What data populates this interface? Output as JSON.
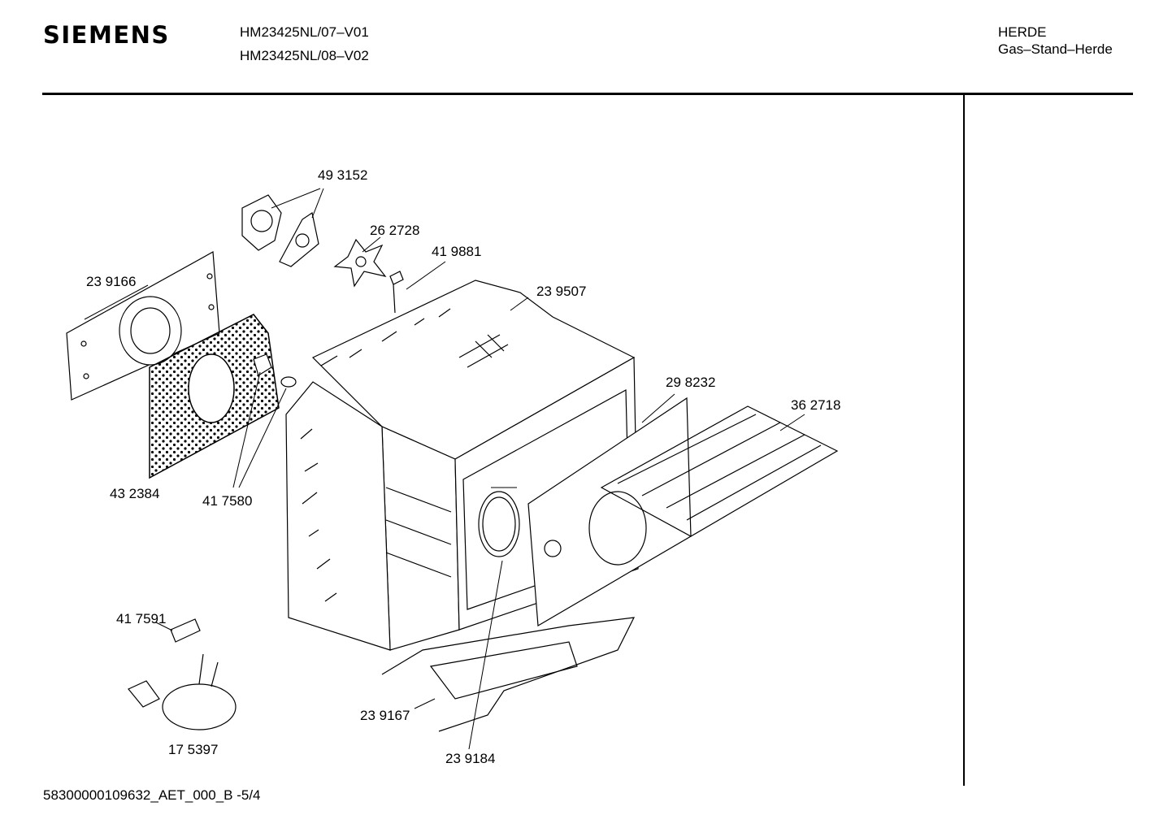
{
  "header": {
    "brand": "SIEMENS",
    "model_line_1": "HM23425NL/07–V01",
    "model_line_2": "HM23425NL/08–V02",
    "category": "HERDE",
    "subcategory": "Gas–Stand–Herde"
  },
  "parts": {
    "p493152": "49 3152",
    "p262728": "26 2728",
    "p419881": "41 9881",
    "p239166": "23 9166",
    "p239507": "23 9507",
    "p298232": "29 8232",
    "p362718": "36 2718",
    "p432384": "43 2384",
    "p417580": "41 7580",
    "p417591": "41 7591",
    "p175397": "17 5397",
    "p239167": "23 9167",
    "p239184": "23 9184"
  },
  "footer": {
    "doc_code": "58300000109632_AET_000_B  -5/4"
  }
}
